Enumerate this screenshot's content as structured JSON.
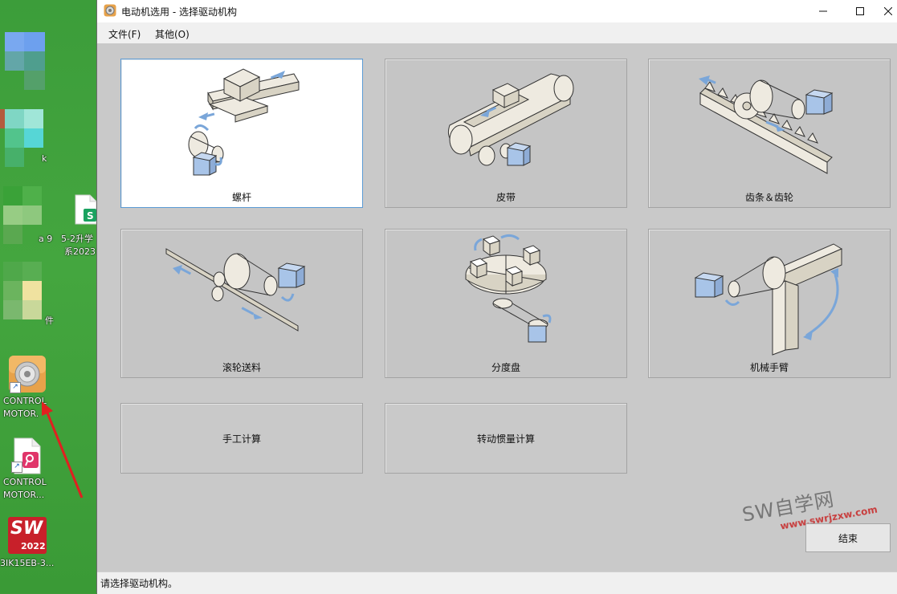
{
  "desktop": {
    "labels": {
      "a9": "a 9",
      "file1_line1": "5-2升学",
      "file1_line2": "系2023",
      "jian": "件",
      "control1_line1": "CONTROL",
      "control1_line2": "MOTOR.",
      "control2_line1": "CONTROL",
      "control2_line2": "MOTOR...",
      "sw_badge_top": "SW",
      "sw_badge_year": "2022",
      "sw_label": "3IK15EB-3..."
    }
  },
  "window": {
    "title": "电动机选用 - 选择驱动机构",
    "menu": [
      "文件(F)",
      "其他(O)"
    ],
    "mechanisms": [
      {
        "label": "螺杆",
        "selected": true
      },
      {
        "label": "皮带",
        "selected": false
      },
      {
        "label": "齿条＆齿轮",
        "selected": false
      },
      {
        "label": "滚轮送料",
        "selected": false
      },
      {
        "label": "分度盘",
        "selected": false
      },
      {
        "label": "机械手臂",
        "selected": false
      }
    ],
    "calc_buttons": [
      "手工计算",
      "转动惯量计算"
    ],
    "end_button": "结束",
    "status": "请选择驱动机构。"
  },
  "watermark": {
    "main": "SW自学网",
    "sub": "www.swrjzxw.com"
  },
  "colors": {
    "accent_blue": "#7aa6d9",
    "beige": "#eeeae0",
    "motor_blue": "#a8c4e8"
  }
}
